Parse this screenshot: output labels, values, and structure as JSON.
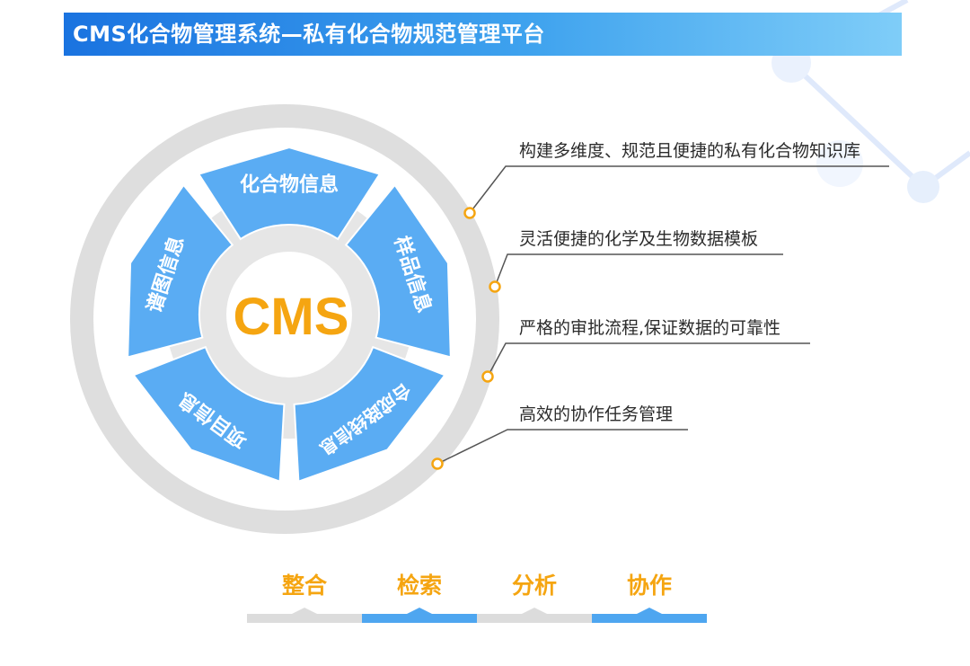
{
  "header": {
    "title": "CMS化合物管理系统—私有化合物规范管理平台"
  },
  "diagram": {
    "center_label": "CMS",
    "segments": [
      "化合物信息",
      "样品信息",
      "合成路线信息",
      "项目信息",
      "谱图信息"
    ],
    "features": [
      "构建多维度、规范且便捷的私有化合物知识库",
      "灵活便捷的化学及生物数据模板",
      "严格的审批流程,保证数据的可靠性",
      "高效的协作任务管理"
    ]
  },
  "tabs": [
    {
      "label": "整合",
      "state": "inactive"
    },
    {
      "label": "检索",
      "state": "active"
    },
    {
      "label": "分析",
      "state": "inactive"
    },
    {
      "label": "协作",
      "state": "active"
    }
  ],
  "colors": {
    "header_start": "#1a73e0",
    "header_end": "#7fcdf8",
    "segment_blue": "#5aacf3",
    "ring_gray": "#dedede",
    "accent_orange": "#f5a511",
    "tab_active": "#4ea6f0",
    "tab_inactive": "#dcdcdc"
  }
}
